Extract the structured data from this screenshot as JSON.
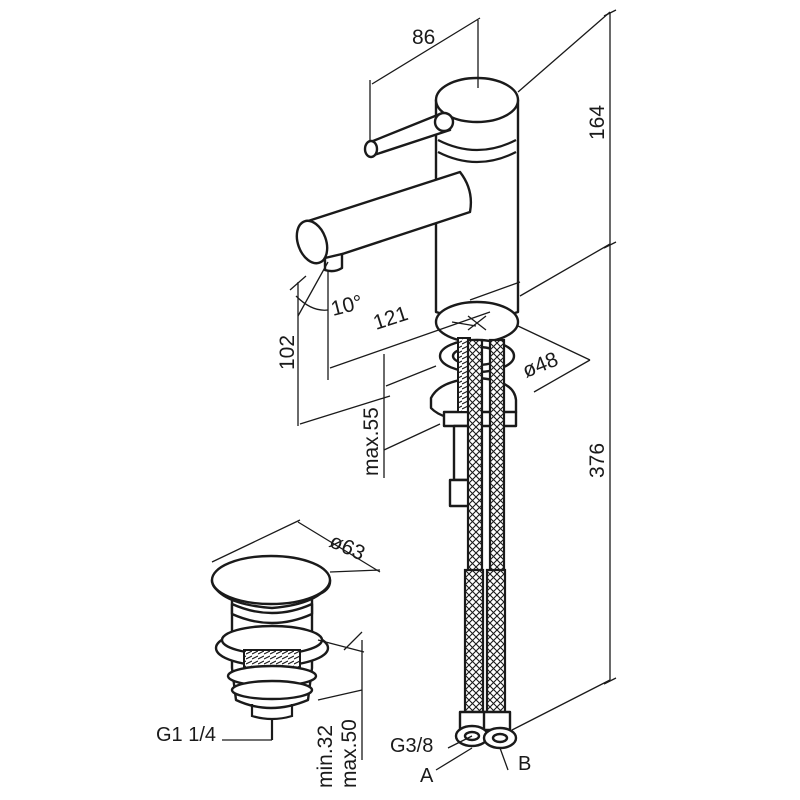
{
  "drawing": {
    "dimensions": {
      "handle_reach": "86",
      "body_height": "164",
      "spout_reach": "121",
      "outlet_height": "102",
      "spout_angle": "10°",
      "base_diameter": "ø48",
      "deck_thickness": "max.55",
      "total_height": "376",
      "waste_diameter": "ø63",
      "waste_min": "min.32",
      "waste_max": "max.50"
    },
    "labels": {
      "waste_thread": "G1 1/4",
      "hose_thread": "G3/8",
      "hose_a": "A",
      "hose_b": "B"
    }
  }
}
